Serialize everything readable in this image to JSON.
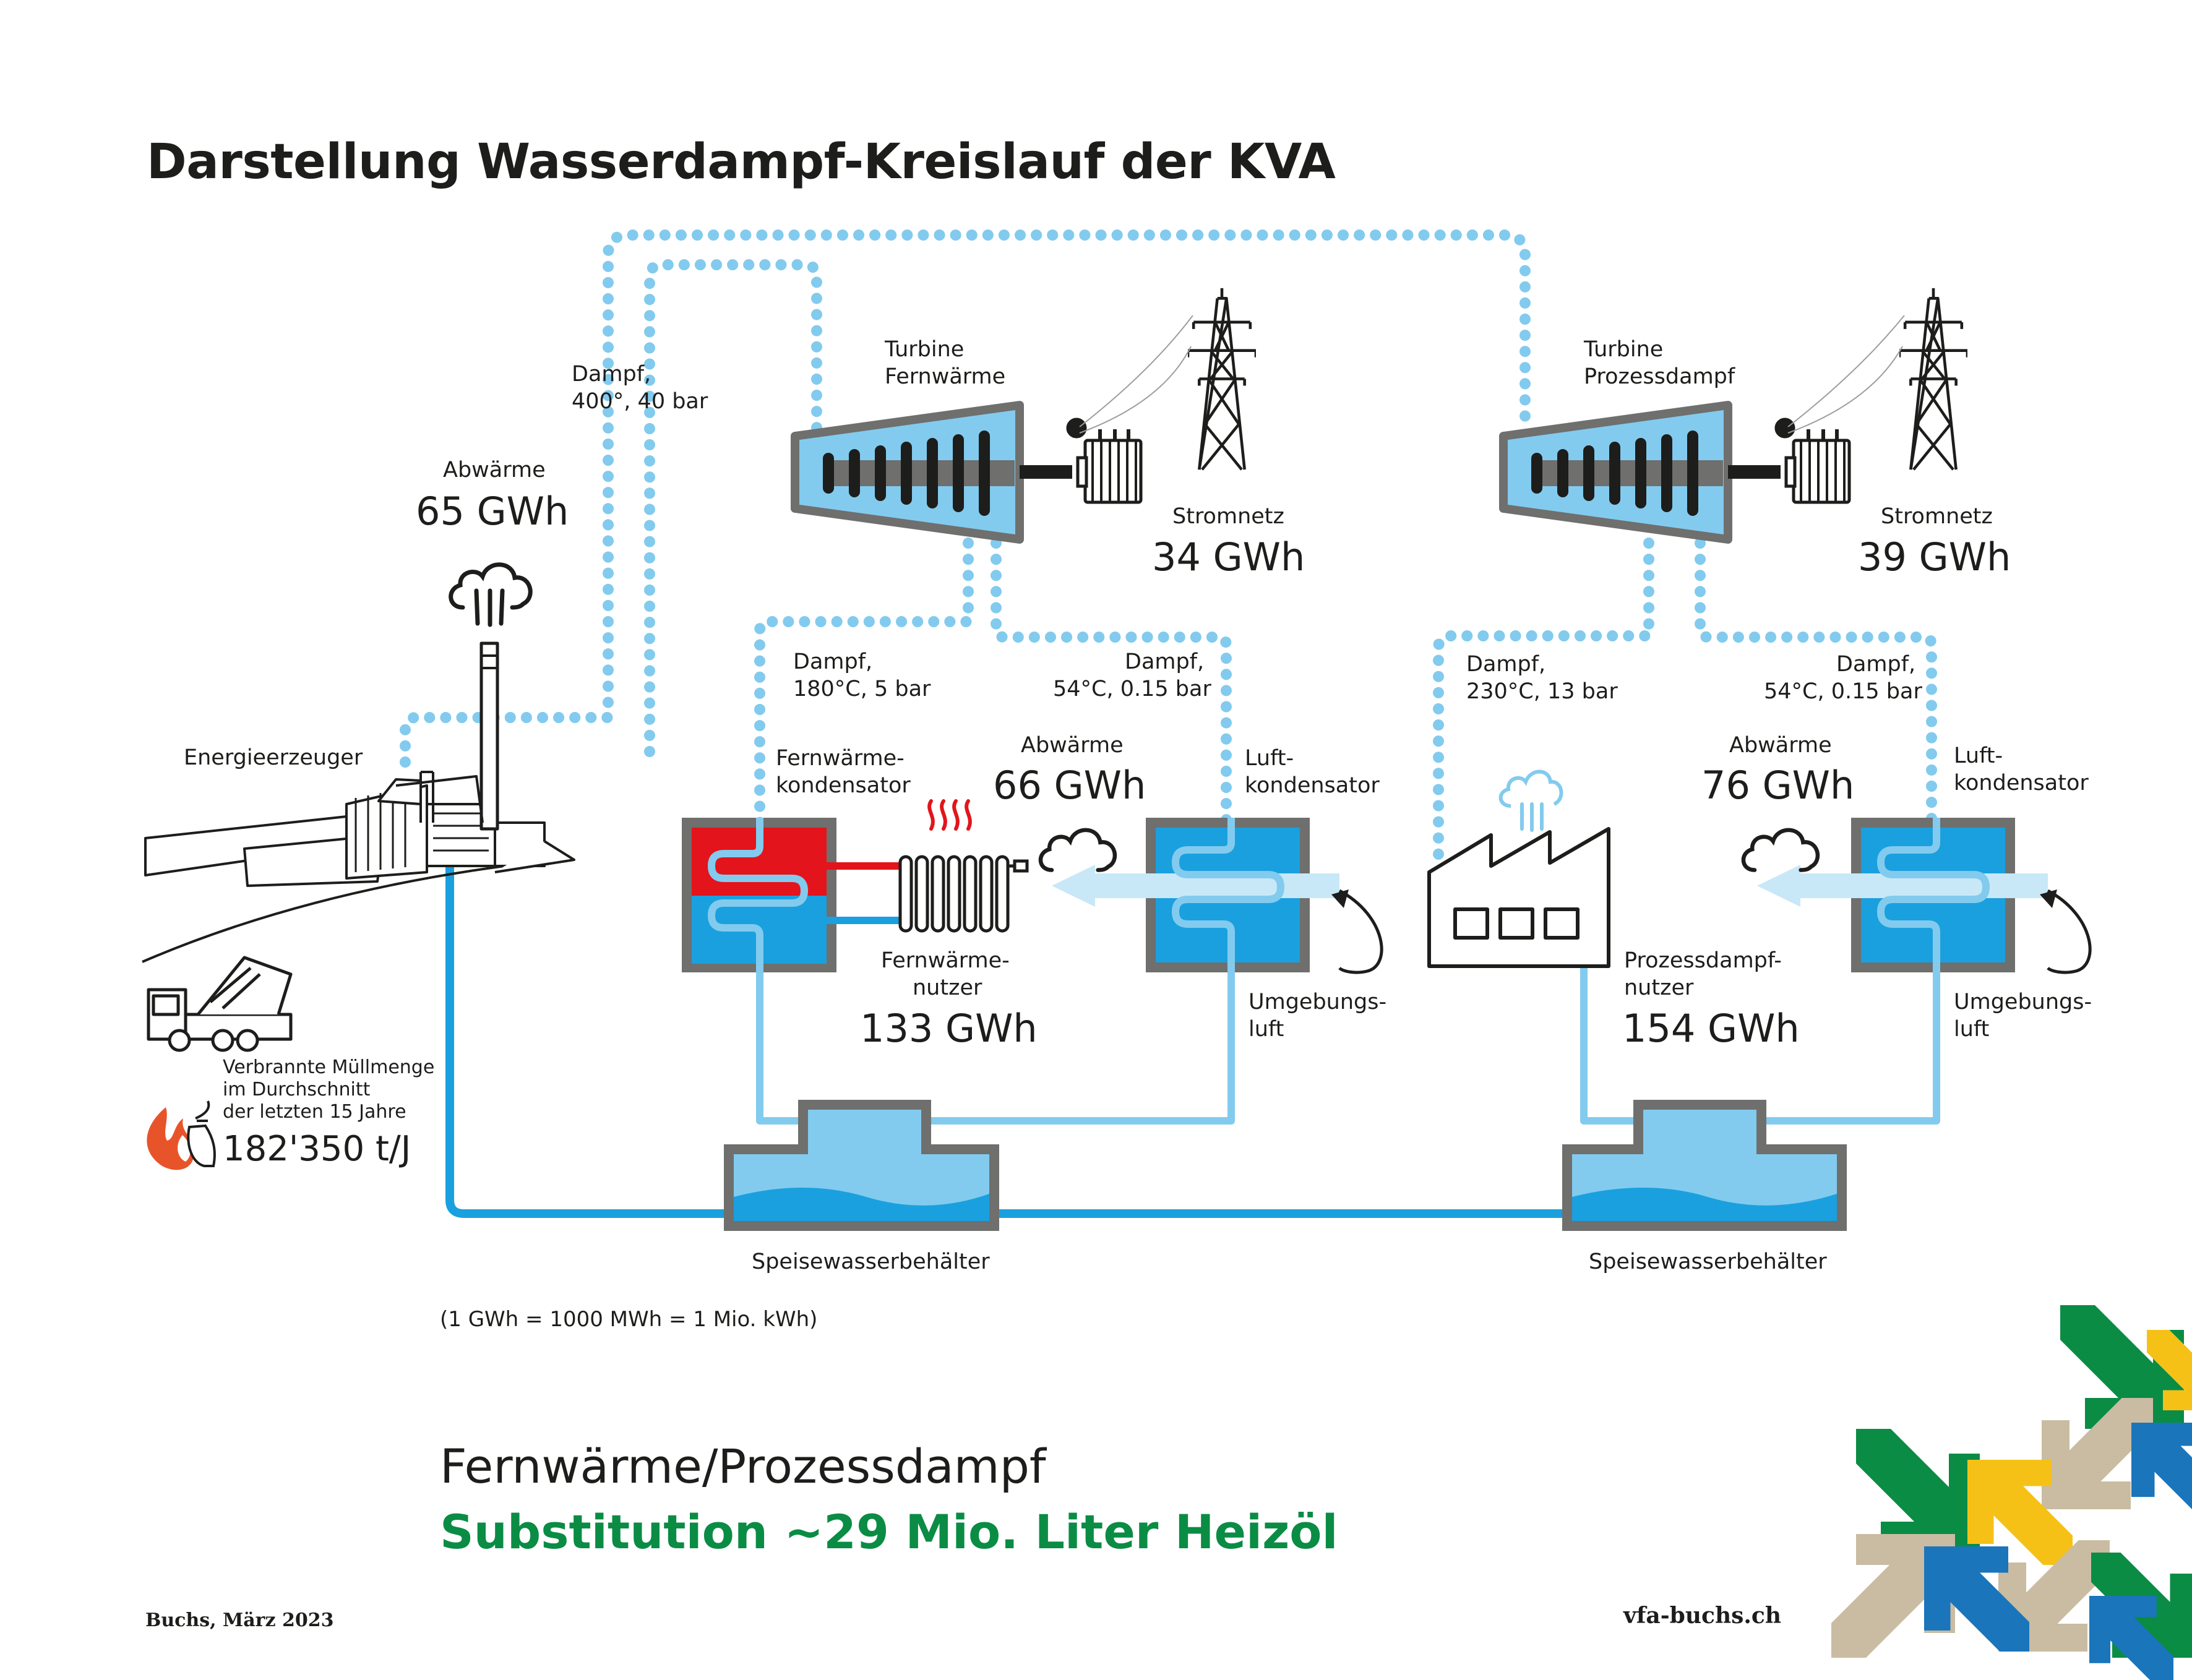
{
  "title": "Darstellung Wasserdampf-Kreislauf der KVA",
  "colors": {
    "steam": "#82cbee",
    "water": "#1aa0de",
    "hot": "#e3141b",
    "green": "#0a8c45",
    "yellow": "#f6c117",
    "beige": "#c9bca2",
    "blue": "#1a75bb",
    "grey": "#6f6f6e"
  },
  "plant": {
    "label": "Energieerzeuger",
    "abwaerme_label": "Abwärme",
    "abwaerme_value": "65 GWh",
    "steam_line1": "Dampf,",
    "steam_line2": "400°, 40 bar"
  },
  "waste": {
    "line1": "Verbrannte Müllmenge",
    "line2": "im Durchschnitt",
    "line3": "der letzten 15 Jahre",
    "value": "182'350 t/J"
  },
  "left": {
    "turbine_line1": "Turbine",
    "turbine_line2": "Fernwärme",
    "grid_label": "Stromnetz",
    "grid_value": "34 GWh",
    "steam_hot_line1": "Dampf,",
    "steam_hot_line2": "180°C, 5 bar",
    "steam_cold_line1": "Dampf,",
    "steam_cold_line2": "54°C, 0.15 bar",
    "condenser_line1": "Fernwärme-",
    "condenser_line2": "kondensator",
    "air_cond_line1": "Luft-",
    "air_cond_line2": "kondensator",
    "abwaerme_label": "Abwärme",
    "abwaerme_value": "66 GWh",
    "user_line1": "Fernwärme-",
    "user_line2": "nutzer",
    "user_value": "133 GWh",
    "ambient_line1": "Umgebungs-",
    "ambient_line2": "luft",
    "tank_label": "Speisewasserbehälter"
  },
  "right": {
    "turbine_line1": "Turbine",
    "turbine_line2": "Prozessdampf",
    "grid_label": "Stromnetz",
    "grid_value": "39 GWh",
    "steam_hot_line1": "Dampf,",
    "steam_hot_line2": "230°C, 13 bar",
    "steam_cold_line1": "Dampf,",
    "steam_cold_line2": "54°C, 0.15 bar",
    "air_cond_line1": "Luft-",
    "air_cond_line2": "kondensator",
    "abwaerme_label": "Abwärme",
    "abwaerme_value": "76 GWh",
    "user_line1": "Prozessdampf-",
    "user_line2": "nutzer",
    "user_value": "154 GWh",
    "ambient_line1": "Umgebungs-",
    "ambient_line2": "luft",
    "tank_label": "Speisewasserbehälter"
  },
  "footnote": "(1 GWh = 1000 MWh = 1 Mio. kWh)",
  "footer": {
    "main": "Fernwärme/Prozessdampf",
    "highlight": "Substitution ~29 Mio. Liter Heizöl",
    "place_date": "Buchs, März 2023",
    "website": "vfa-buchs.ch"
  }
}
